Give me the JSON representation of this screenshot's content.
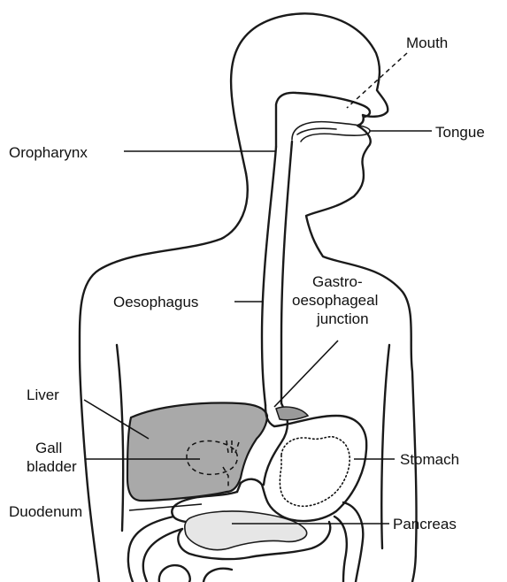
{
  "labels": {
    "mouth": "Mouth",
    "tongue": "Tongue",
    "oropharynx": "Oropharynx",
    "oesophagus": "Oesophagus",
    "gastro_1": "Gastro-",
    "gastro_2": "oesophageal",
    "gastro_3": "junction",
    "liver": "Liver",
    "gall_1": "Gall",
    "gall_2": "bladder",
    "stomach": "Stomach",
    "duodenum": "Duodenum",
    "pancreas": "Pancreas"
  },
  "colors": {
    "liver_fill": "#a9a9a9",
    "pancreas_fill": "#e6e6e6",
    "junction_fill": "#9a9a9a",
    "outline": "#1a1a1a"
  }
}
